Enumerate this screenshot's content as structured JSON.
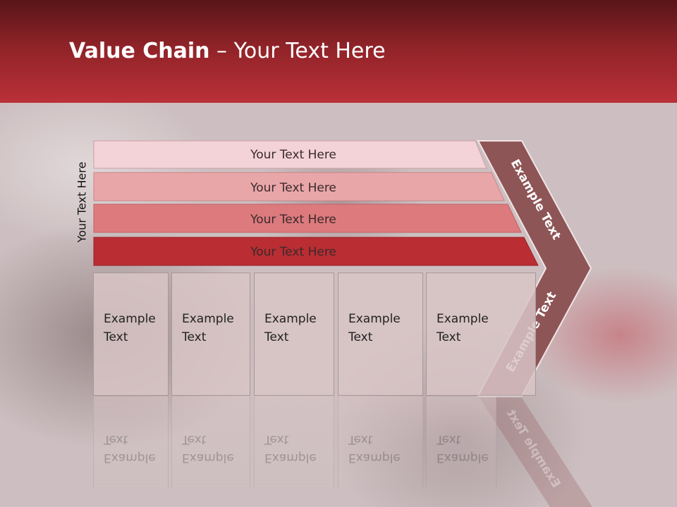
{
  "slide": {
    "title_bold": "Value Chain",
    "title_rest": " – Your Text Here",
    "side_label": "Your Text Here"
  },
  "bars": [
    {
      "label": "Your Text Here",
      "color": "#f3d3d7"
    },
    {
      "label": "Your Text Here",
      "color": "#e9a6a9"
    },
    {
      "label": "Your Text Here",
      "color": "#dd7a7d"
    },
    {
      "label": "Your Text Here",
      "color": "#b92d33"
    }
  ],
  "boxes": [
    {
      "label1": "Example",
      "label2": "Text"
    },
    {
      "label1": "Example",
      "label2": "Text"
    },
    {
      "label1": "Example",
      "label2": "Text"
    },
    {
      "label1": "Example",
      "label2": "Text"
    },
    {
      "label1": "Example",
      "label2": "Text"
    }
  ],
  "chevron": {
    "upper_text": "Example Text",
    "lower_text": "Example Text",
    "color": "#8e5556"
  }
}
